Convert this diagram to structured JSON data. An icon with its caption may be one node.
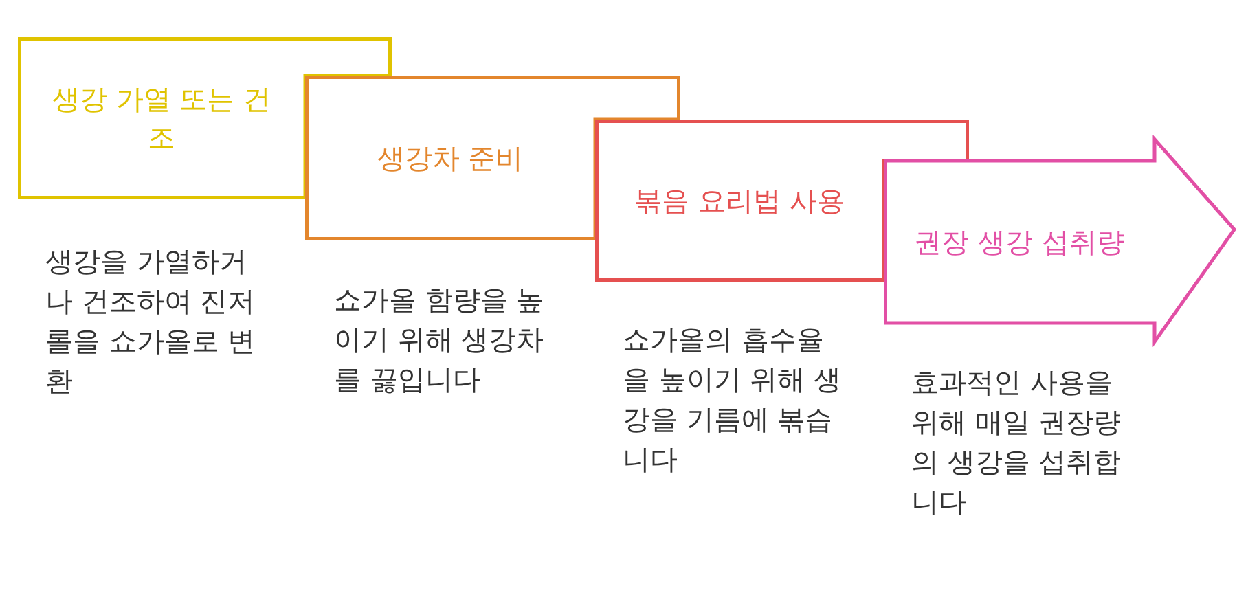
{
  "diagram": {
    "nodes": [
      {
        "text": [
          "생강 가열 또는 건조"
        ],
        "beside": [
          "생강을 가열하거나 건조하여 진저롤을 쇼가올로 변환"
        ]
      },
      {
        "text": [
          "생강차 준비"
        ],
        "beside": [
          "쇼가올 함량을 높이기 위해 생강차를 끓입니다"
        ]
      },
      {
        "text": [
          "볶음 요리법 사용"
        ],
        "beside": [
          "쇼가올의 흡수율을 높이기 위해 생강을 기름에 볶습니다"
        ]
      },
      {
        "text": [
          "권장 생강 섭취량"
        ],
        "beside": [
          "효과적인 사용을 위해 매일 권장량의 생강을 섭취합니다"
        ]
      }
    ]
  }
}
